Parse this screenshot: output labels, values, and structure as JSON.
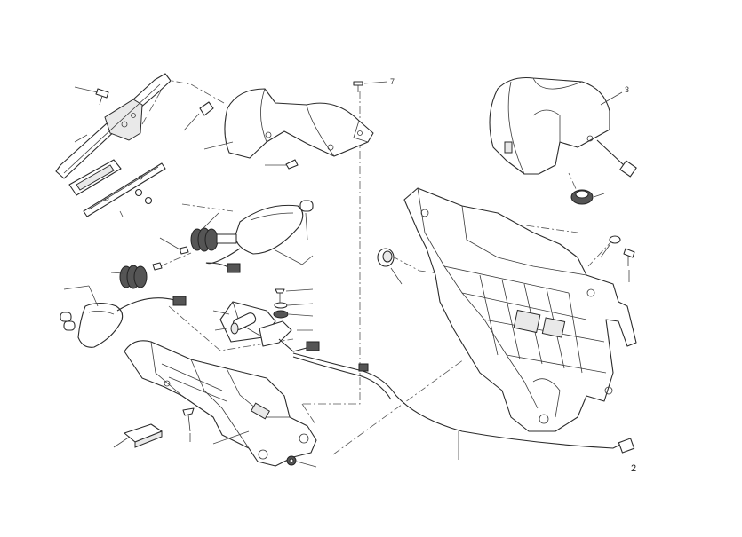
{
  "callouts": [
    {
      "label": "7"
    },
    {
      "label": "3"
    },
    {
      "label": "2"
    }
  ]
}
